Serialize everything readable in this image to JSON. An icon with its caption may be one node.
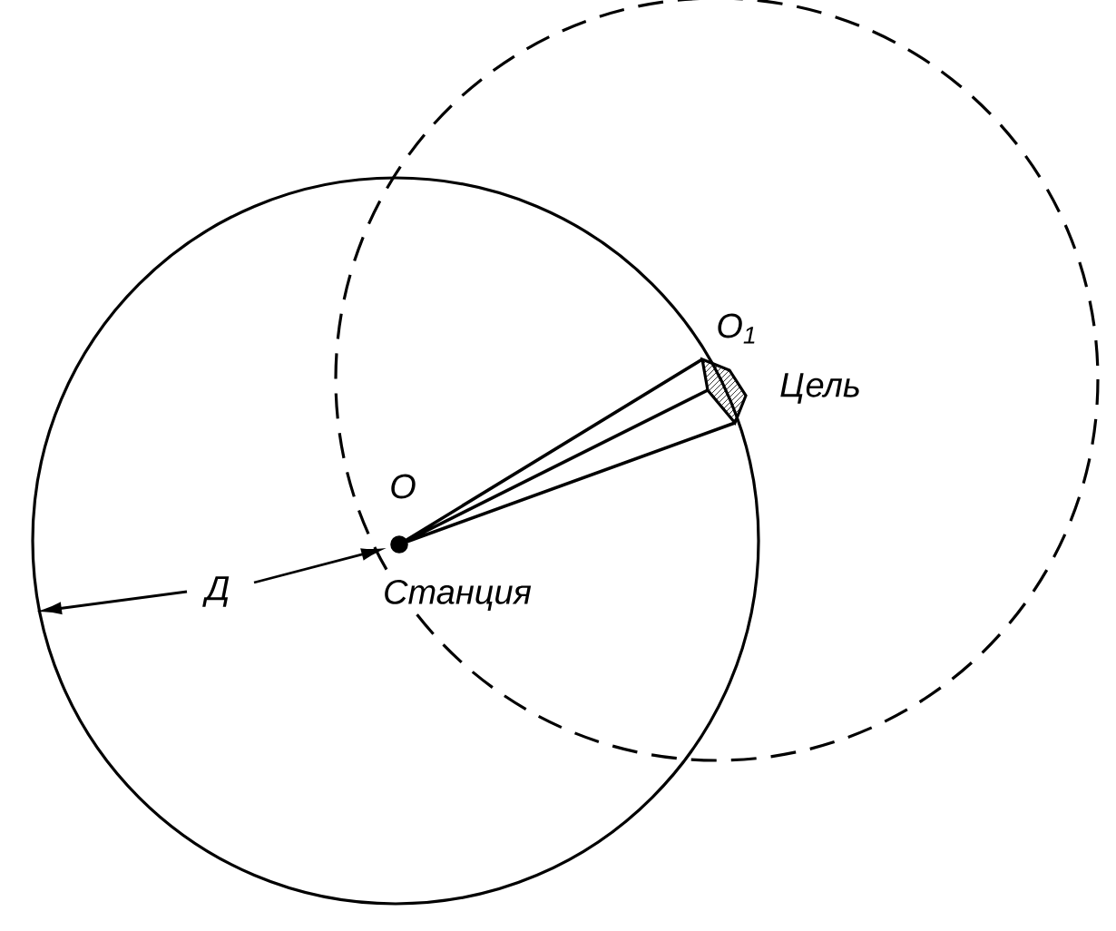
{
  "diagram": {
    "labels": [
      "O",
      "Станция",
      "O$_{1}$",
      "Цель",
      "Д"
    ]
  }
}
